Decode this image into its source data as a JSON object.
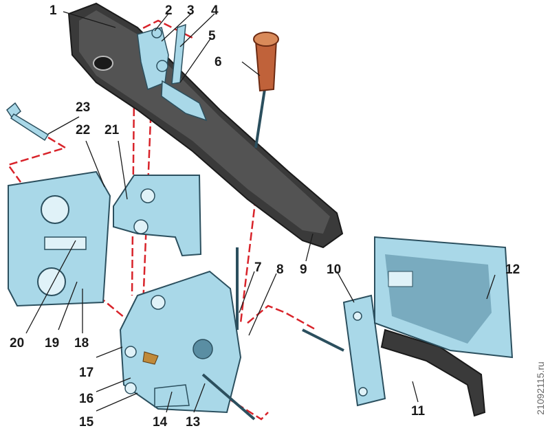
{
  "diagram": {
    "callouts": [
      "1",
      "2",
      "3",
      "4",
      "5",
      "6",
      "7",
      "8",
      "9",
      "10",
      "11",
      "12",
      "13",
      "14",
      "15",
      "16",
      "17",
      "18",
      "19",
      "20",
      "21",
      "22",
      "23"
    ],
    "watermark": "21092115.ru",
    "colors": {
      "metal": "#a9d8e8",
      "metal_dark": "#5a8ea3",
      "handle": "#3a3a3a",
      "knob": "#c0623a",
      "leader": "#1a1a1a",
      "dash_red": "#d8232a"
    }
  }
}
